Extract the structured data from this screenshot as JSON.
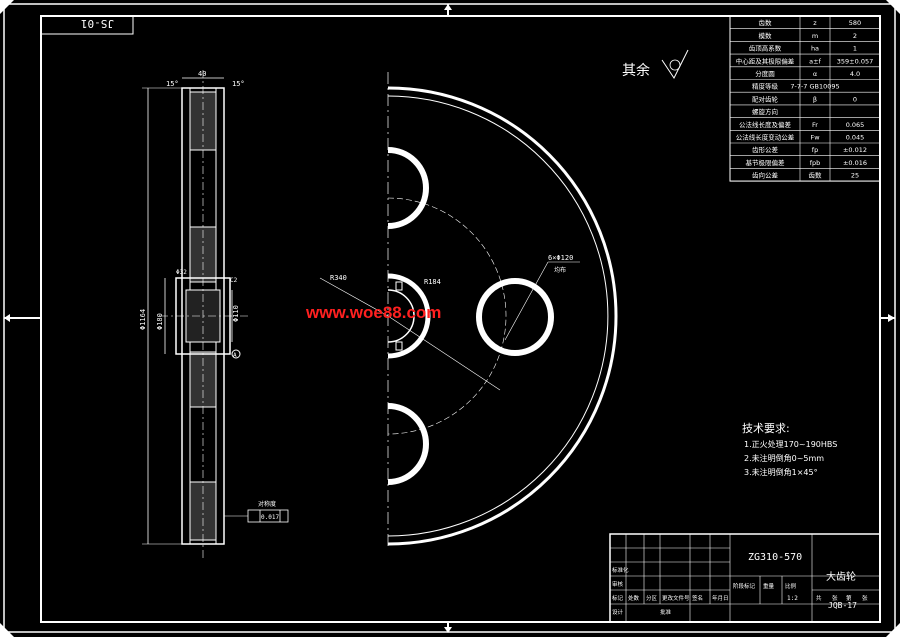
{
  "sheet_tag": "JS-01",
  "surface_note": "其余",
  "watermark": "www.woe88.com",
  "param_table": {
    "rows": [
      [
        "齿数",
        "z",
        "580"
      ],
      [
        "模数",
        "m",
        "2"
      ],
      [
        "齿顶高系数",
        "ha",
        "1"
      ],
      [
        "中心距及其极限偏差",
        "a±f",
        "359±0.057"
      ],
      [
        "分度圆",
        "α",
        "4.0"
      ],
      [
        "精度等级",
        "7-7-7 GB10095",
        ""
      ],
      [
        "配对齿轮",
        "β",
        "0"
      ],
      [
        "螺旋方向",
        "",
        ""
      ],
      [
        "公法线长度及偏差",
        "Fr",
        "0.065"
      ],
      [
        "公法线长度变动公差",
        "Fw",
        "0.045"
      ],
      [
        "齿形公差",
        "fp",
        "±0.012"
      ],
      [
        "基节极限偏差",
        "fpb",
        "±0.016"
      ],
      [
        "齿向公差",
        "齿数",
        "25"
      ]
    ]
  },
  "tech_req": {
    "title": "技术要求:",
    "items": [
      "1.正火处理170~190HBS",
      "2.未注明倒角0~5mm",
      "3.未注明倒角1×45°"
    ]
  },
  "title_block": {
    "part_code": "ZG310-570",
    "part_name": "大齿轮",
    "drawing_no": "JQB-17",
    "scale": "1:2",
    "labels": [
      "标记",
      "处数",
      "分区",
      "更改文件号",
      "签名",
      "年月日",
      "阶段标记",
      "重量",
      "比例",
      "设计",
      "审核",
      "批准",
      "标准化",
      "共",
      "张",
      "第",
      "张"
    ]
  },
  "dimensions": {
    "hole_pattern": "6×Φ120",
    "hole_note": "均布",
    "bore": "Φ110",
    "angle_left": "15°",
    "angle_right": "15°",
    "chamfer": "C2",
    "width": "40",
    "outer_dia": "Φ1164",
    "hub_dia": "Φ180",
    "keyway": "Φ32",
    "runout": "0.017",
    "datum_a": "A",
    "keyway_tol": "对称度",
    "radius_a": "R340",
    "radius_b": "R184"
  }
}
